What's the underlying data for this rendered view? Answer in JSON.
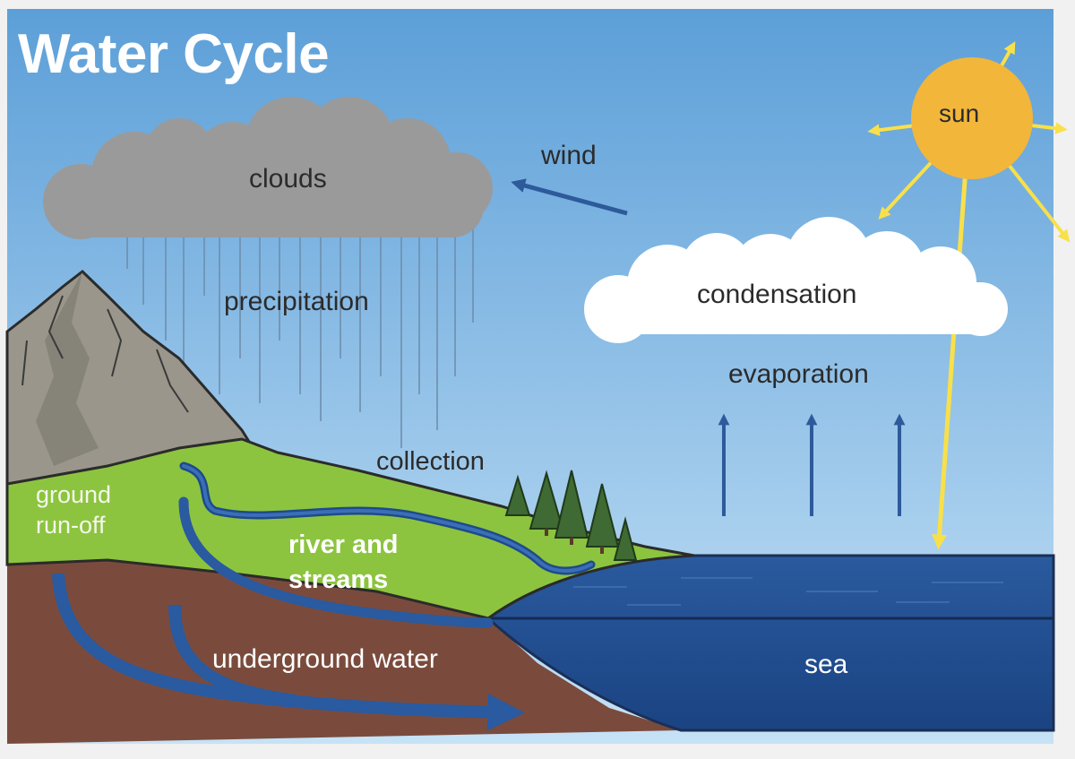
{
  "title": "Water Cycle",
  "labels": {
    "sun": "sun",
    "wind": "wind",
    "clouds": "clouds",
    "precipitation": "precipitation",
    "condensation": "condensation",
    "evaporation": "evaporation",
    "collection": "collection",
    "ground_runoff_line1": "ground",
    "ground_runoff_line2": "run-off",
    "river_line1": "river and",
    "river_line2": "streams",
    "underground_water": "underground water",
    "sea": "sea"
  },
  "colors": {
    "sky_top": "#5c9fd8",
    "sky_bottom": "#c6e2f6",
    "sun": "#f2b63a",
    "sun_rays": "#f8e04a",
    "rain_cloud": "#9a9a9a",
    "white_cloud": "#ffffff",
    "grass": "#8cc43f",
    "earth": "#7a4b3c",
    "sea": "#1f4c8c",
    "water_flow": "#2a5aa0",
    "mountain": "#9a968b",
    "trees": "#3f6a33"
  }
}
